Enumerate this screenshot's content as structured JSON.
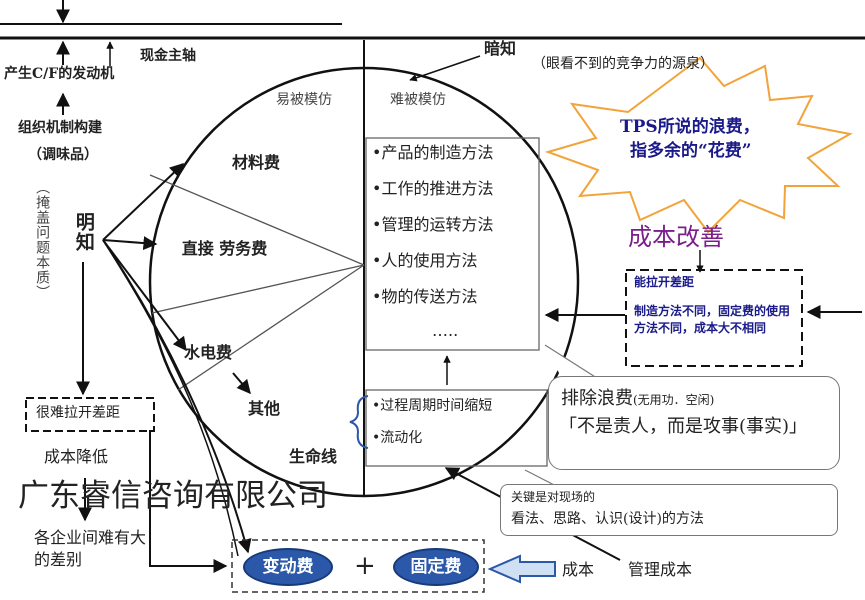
{
  "colors": {
    "ellipse_fill": "#2b58a8",
    "purple_title": "#7a1f8a",
    "navy_text": "#1a1a8a"
  },
  "left": {
    "cash_axis": "现金主轴",
    "cf_engine": "产生C/F的发动机",
    "org_mechanism": "组织机制构建",
    "seasoning": "（调味品）",
    "cover_essence": "（掩盖问题本质）",
    "explicit": "明知",
    "hard_to_widen": "很难拉开差距",
    "cost_reduction": "成本降低",
    "company_diff": "各企业间难有大的差别"
  },
  "circle": {
    "left_header": "易被模仿",
    "right_header": "难被模仿",
    "materials": "材料费",
    "labor": "直接 劳务费",
    "utilities": "水电费",
    "other": "其他",
    "lifeline": "生命线",
    "methods": [
      "•产品的制造方法",
      "•工作的推进方法",
      "•管理的运转方法",
      "•人的使用方法",
      "•物的传送方法"
    ],
    "ellipsis": "…..",
    "flow_items": [
      "•过程周期时间缩短",
      "•流动化"
    ]
  },
  "top_right": {
    "tacit": "暗知",
    "tacit_note": "（眼看不到的竞争力的源泉）",
    "starburst_line1": "TPS所说的浪费，",
    "starburst_line2": "指多余的“花费”",
    "cost_improvement": "成本改善"
  },
  "dashed_box": {
    "title": "能拉开差距",
    "body": "制造方法不同，固定费的使用方法不同，成本大不相同"
  },
  "waste_bubble": {
    "title": "排除浪费",
    "title_note": "(无用功．空闲)",
    "quote": "「不是责人，而是攻事(事实)」"
  },
  "key_bubble": {
    "line1": "关键是对现场的",
    "line2": "看法、思路、认识(设计)的方法"
  },
  "bottom": {
    "variable_cost": "变动费",
    "plus": "+",
    "fixed_cost": "固定费",
    "cost": "成本",
    "mgmt_cost": "管理成本"
  },
  "watermark": "广东睿信咨询有限公司"
}
